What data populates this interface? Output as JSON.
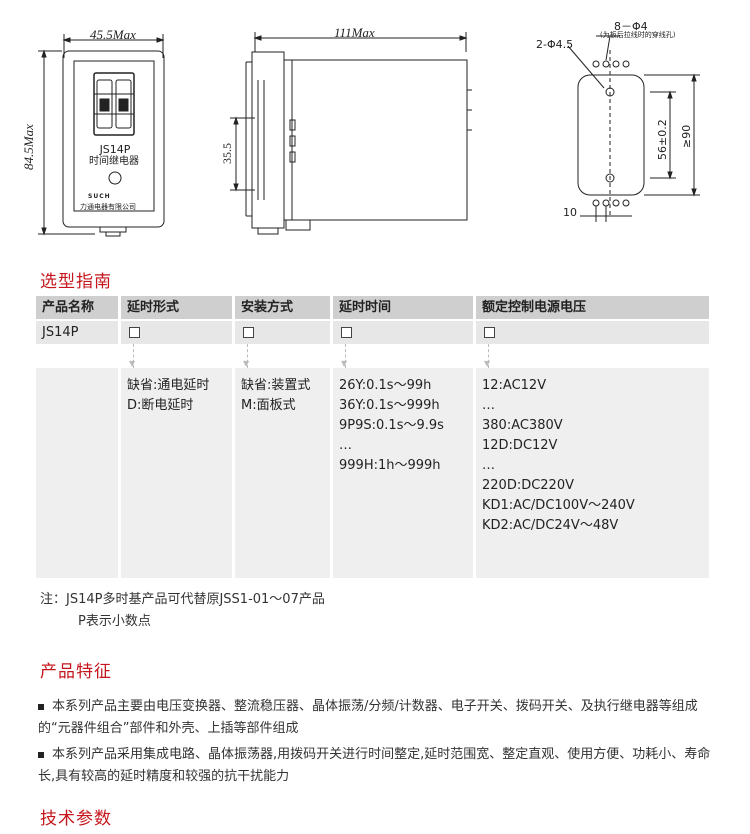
{
  "drawing_front": {
    "width_dim": "45.5Max",
    "height_dim": "84.5Max",
    "model": "JS14P",
    "name": "时间继电器",
    "logo": "SUCH",
    "maker": "力通电器有限公司"
  },
  "drawing_side": {
    "length_dim": "111Max",
    "offset_dim": "35.5"
  },
  "drawing_panel": {
    "holes_label": "8－Φ4",
    "holes_note": "(为板后拉线时的穿线孔)",
    "mount_label": "2-Φ4.5",
    "spacing_dim": "56±0.2",
    "cutout_dim": "≥90",
    "bottom_dim": "10"
  },
  "selection": {
    "title": "选型指南",
    "columns": [
      {
        "header": "产品名称",
        "value": "JS14P",
        "box": false,
        "lines": []
      },
      {
        "header": "延时形式",
        "value": "",
        "box": true,
        "lines": [
          "缺省:通电延时",
          "D:断电延时"
        ]
      },
      {
        "header": "安装方式",
        "value": "",
        "box": true,
        "lines": [
          "缺省:装置式",
          "M:面板式"
        ]
      },
      {
        "header": "延时时间",
        "value": "",
        "box": true,
        "lines": [
          "26Y:0.1s～99h",
          "36Y:0.1s～999h",
          "9P9S:0.1s～9.9s",
          "…",
          "999H:1h～999h"
        ]
      },
      {
        "header": "额定控制电源电压",
        "value": "",
        "box": true,
        "lines": [
          "12:AC12V",
          "…",
          "380:AC380V",
          "12D:DC12V",
          "…",
          "220D:DC220V",
          "KD1:AC/DC100V～240V",
          "KD2:AC/DC24V～48V"
        ]
      }
    ],
    "note_line1": "注：JS14P多时基产品可代替原JSS1-01～07产品",
    "note_line2": "P表示小数点"
  },
  "features": {
    "title": "产品特征",
    "items": [
      "本系列产品主要由电压变换器、整流稳压器、晶体振荡/分频/计数器、电子开关、拨码开关、及执行继电器等组成的“元器件组合”部件和外壳、上插等部件组成",
      "本系列产品采用集成电路、晶体振荡器,用拨码开关进行时间整定,延时范围宽、整定直观、使用方便、功耗小、寿命长,具有较高的延时精度和较强的抗干扰能力"
    ]
  },
  "tech": {
    "title": "技术参数"
  }
}
